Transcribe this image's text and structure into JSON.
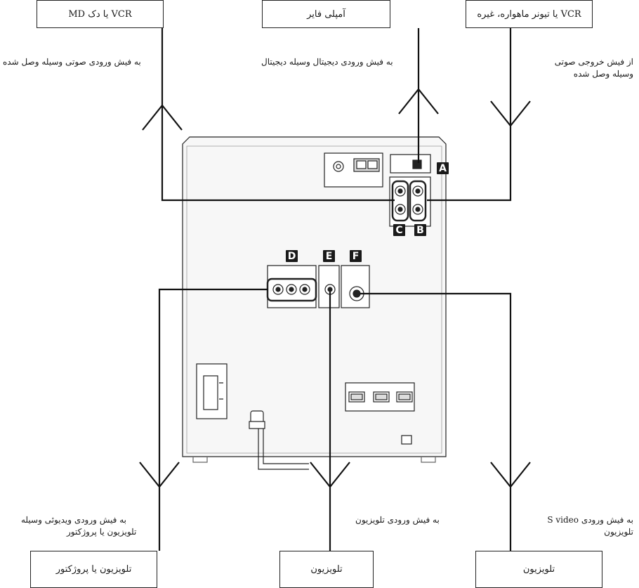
{
  "boxes": {
    "top_left": "VCR یا دک MD",
    "top_center": "آمپلی فایر",
    "top_right": "VCR یا تیونر ماهواره، غیره",
    "bottom_left": "تلویزیون یا پروژکتور",
    "bottom_center": "تلویزیون",
    "bottom_right": "تلویزیون"
  },
  "captions": {
    "top_left": "به فیش ورودی صوتی وسیله وصل شده",
    "top_center": "به فیش ورودی دیجیتال وسیله دیجیتال",
    "top_right_1": "از فیش خروجی صوتی",
    "top_right_2": "وسیله وصل شده",
    "bottom_left_1": "به فیش ورودی ویدیوئی وسیله",
    "bottom_left_2": "تلویزیون یا پروژکتور",
    "bottom_center": "به فیش ورودی تلویزیون",
    "bottom_right_1": "به فیش ورودی S video",
    "bottom_right_2": "تلویزیون"
  },
  "tags": [
    "A",
    "B",
    "C",
    "D",
    "E",
    "F"
  ]
}
